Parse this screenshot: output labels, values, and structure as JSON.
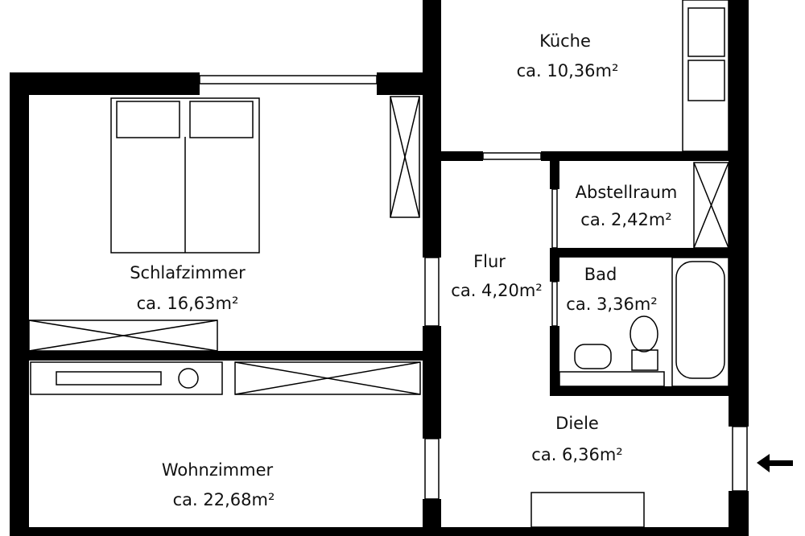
{
  "rooms": {
    "kueche": {
      "name": "Küche",
      "area": "ca. 10,36m²"
    },
    "abstellraum": {
      "name": "Abstellraum",
      "area": "ca. 2,42m²"
    },
    "flur": {
      "name": "Flur",
      "area": "ca. 4,20m²"
    },
    "bad": {
      "name": "Bad",
      "area": "ca. 3,36m²"
    },
    "schlafzimmer": {
      "name": "Schlafzimmer",
      "area": "ca. 16,63m²"
    },
    "diele": {
      "name": "Diele",
      "area": "ca. 6,36m²"
    },
    "wohnzimmer": {
      "name": "Wohnzimmer",
      "area": "ca. 22,68m²"
    }
  },
  "entrance_icon": "arrow-left-icon"
}
